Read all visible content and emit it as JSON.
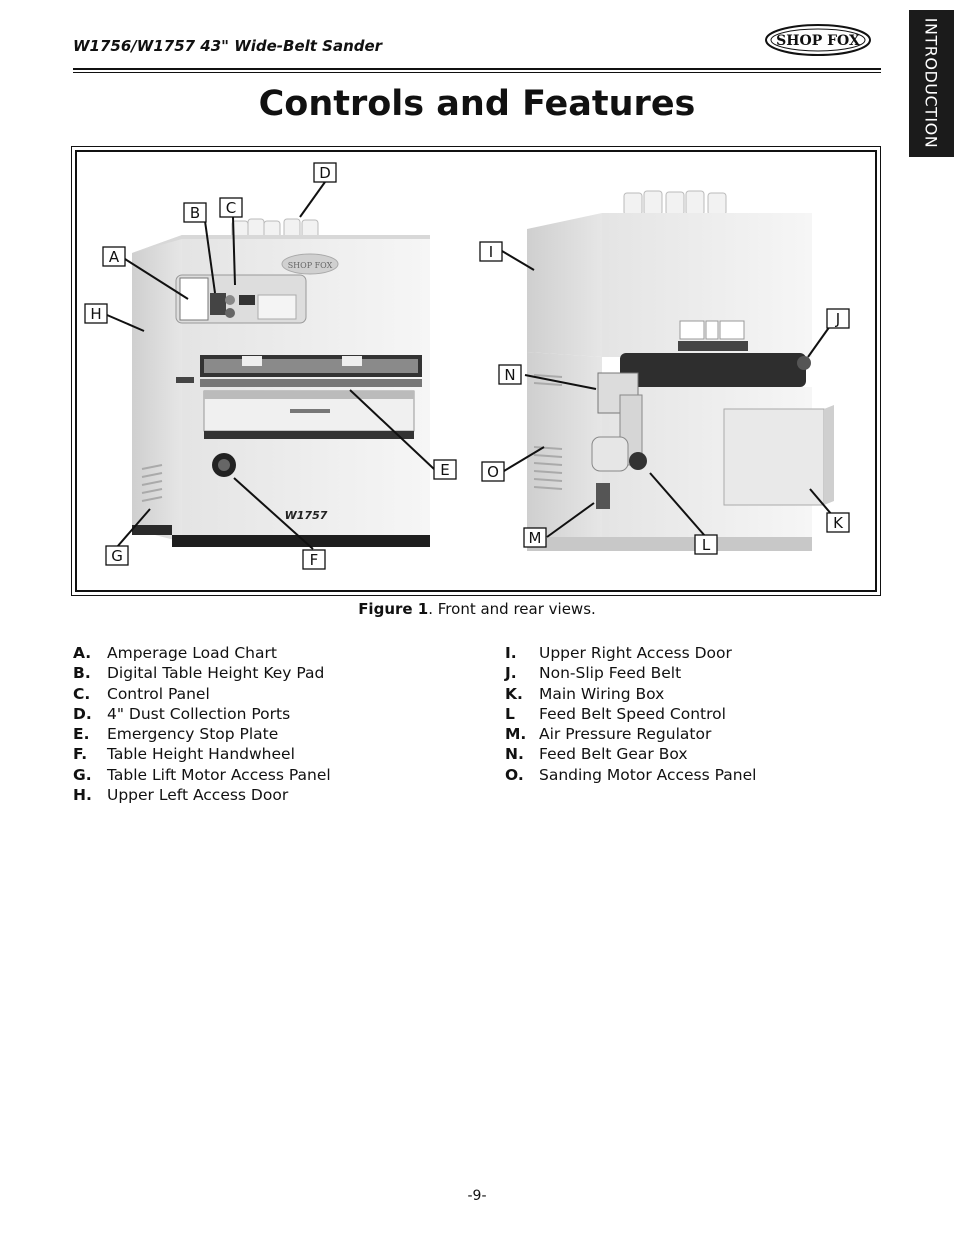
{
  "header": {
    "title": "W1756/W1757 43\" Wide-Belt Sander",
    "logo_text": "SHOP FOX",
    "section_tab": "INTRODUCTION"
  },
  "page": {
    "heading": "Controls and Features",
    "number": "-9-"
  },
  "figure": {
    "caption_label": "Figure 1",
    "caption_text": ". Front and rear views.",
    "front_model_text": "W1757",
    "callouts": [
      "A",
      "B",
      "C",
      "D",
      "E",
      "F",
      "G",
      "H",
      "I",
      "J",
      "K",
      "L",
      "M",
      "N",
      "O"
    ]
  },
  "legend": {
    "left": [
      {
        "letter": "A.",
        "text": "Amperage Load Chart"
      },
      {
        "letter": "B.",
        "text": "Digital Table Height Key Pad"
      },
      {
        "letter": "C.",
        "text": "Control Panel"
      },
      {
        "letter": "D.",
        "text": "4\" Dust Collection Ports"
      },
      {
        "letter": "E.",
        "text": "Emergency Stop Plate"
      },
      {
        "letter": "F.",
        "text": "Table Height Handwheel"
      },
      {
        "letter": "G.",
        "text": "Table Lift Motor Access Panel"
      },
      {
        "letter": "H.",
        "text": "Upper Left Access Door"
      }
    ],
    "right": [
      {
        "letter": "I.",
        "text": "Upper Right Access Door"
      },
      {
        "letter": "J.",
        "text": "Non-Slip Feed Belt"
      },
      {
        "letter": "K.",
        "text": "Main Wiring Box"
      },
      {
        "letter": "L",
        "text": "Feed Belt Speed Control"
      },
      {
        "letter": "M.",
        "text": "Air Pressure Regulator"
      },
      {
        "letter": "N.",
        "text": "Feed Belt Gear Box"
      },
      {
        "letter": "O.",
        "text": "Sanding Motor Access Panel"
      }
    ]
  }
}
